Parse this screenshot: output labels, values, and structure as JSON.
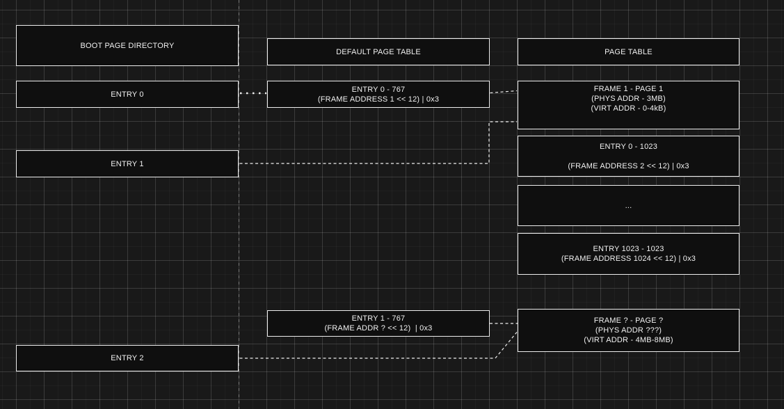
{
  "colors": {
    "canvas_background": "#191919",
    "grid_major": "#3b3b3b",
    "grid_minor": "#202020",
    "box_fill": "#0f0f0f",
    "box_border": "#ededed",
    "text": "#f1f1f1",
    "connector": "#ededed",
    "guide_line": "#7d7d7d"
  },
  "boxes": {
    "boot_page_directory": {
      "lines": [
        "BOOT PAGE DIRECTORY"
      ]
    },
    "entry0": {
      "lines": [
        "ENTRY 0"
      ]
    },
    "entry1": {
      "lines": [
        "ENTRY 1"
      ]
    },
    "entry2": {
      "lines": [
        "ENTRY 2"
      ]
    },
    "default_page_table": {
      "lines": [
        "DEFAULT PAGE TABLE"
      ]
    },
    "entry0_767": {
      "lines": [
        "ENTRY 0 - 767",
        "(FRAME ADDRESS 1 << 12) | 0x3"
      ]
    },
    "entry1_767": {
      "lines": [
        "ENTRY 1 - 767",
        "(FRAME ADDR ? << 12)  | 0x3"
      ]
    },
    "page_table": {
      "lines": [
        "PAGE TABLE"
      ]
    },
    "frame1_page1": {
      "lines": [
        "FRAME 1 - PAGE 1",
        "(PHYS ADDR - 3MB)",
        "(VIRT ADDR - 0-4kB)"
      ]
    },
    "entry0_1023": {
      "lines": [
        "ENTRY 0 - 1023",
        "",
        "(FRAME ADDRESS 2 << 12) | 0x3"
      ]
    },
    "ellipsis": {
      "lines": [
        "..."
      ]
    },
    "entry1023_1023": {
      "lines": [
        "ENTRY 1023 - 1023",
        "(FRAME ADDRESS 1024 << 12) | 0x3"
      ]
    },
    "frameq_pageq": {
      "lines": [
        "FRAME ? - PAGE ?",
        "(PHYS ADDR ???)",
        "(VIRT ADDR - 4MB-8MB)"
      ]
    }
  }
}
